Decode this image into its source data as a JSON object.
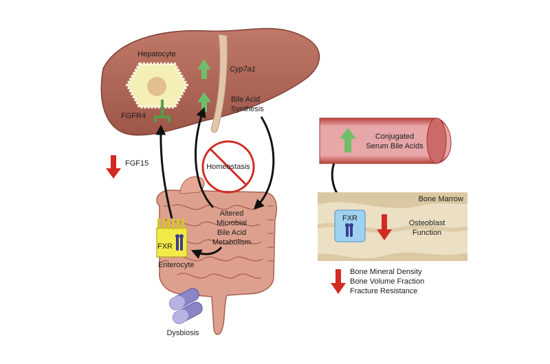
{
  "liver": {
    "hepatocyte_label": "Hepatocyte",
    "fgfr4_label": "FGFR4",
    "cyp7a1_label": "Cyp7a1",
    "synthesis_line1": "Bile Acid",
    "synthesis_line2": "Synthesis"
  },
  "fgf15_label": "FGF15",
  "homeostasis_label": "Homeostasis",
  "intestine": {
    "altered_line1": "Altered",
    "altered_line2": "Microbial",
    "altered_line3": "Bile Acid",
    "altered_line4": "Metabolism",
    "fxr_label": "FXR",
    "enterocyte_label": "Enterocyte"
  },
  "dysbiosis_label": "Dysbiosis",
  "vessel": {
    "line1": "Conjugated",
    "line2": "Serum Bile Acids"
  },
  "bone": {
    "marrow_label": "Bone Marrow",
    "fxr_label": "FXR",
    "osteoblast_line1": "Osteoblast",
    "osteoblast_line2": "Function"
  },
  "outcomes": {
    "line1": "Bone Mineral Density",
    "line2": "Bone Volume Fraction",
    "line3": "Fracture Resistance"
  },
  "colors": {
    "liver": "#b36a5c",
    "up_arrow": "#6fbf6a",
    "down_arrow": "#d32a24",
    "fxr_yellow": "#f3ea4a",
    "fxr_blue": "#9fd2f0",
    "bone": "#e8d9b8",
    "vessel": "#d98e96"
  }
}
